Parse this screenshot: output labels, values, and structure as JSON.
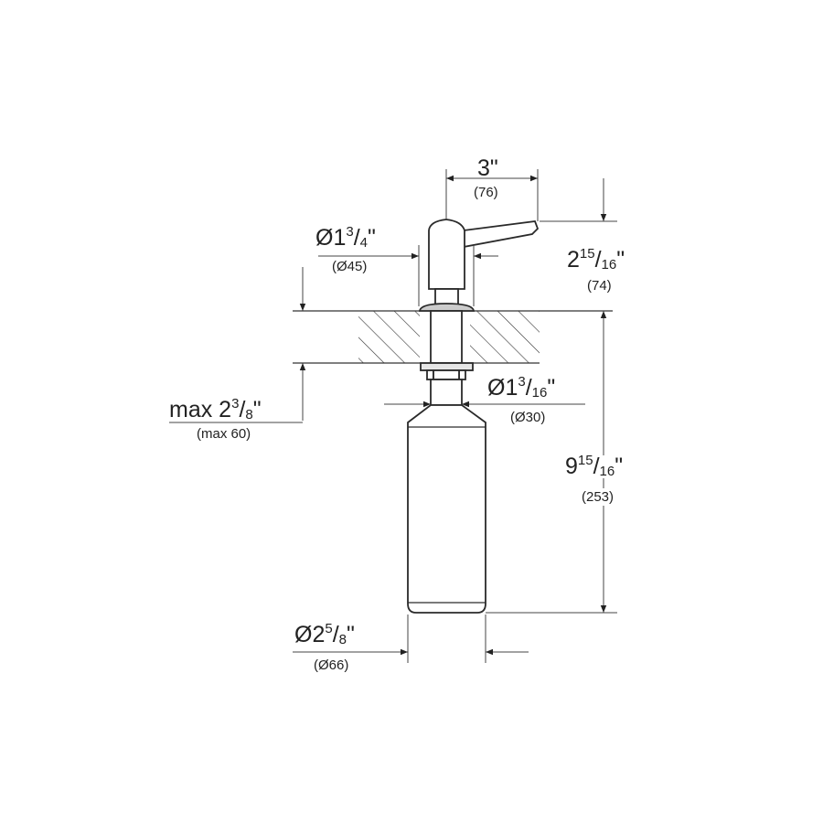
{
  "diagram": {
    "subject": "Soap dispenser dimension drawing",
    "colors": {
      "line": "#2a2a2a",
      "thin_line": "#555555",
      "fill": "#f2f2f2",
      "hatch": "#333333"
    },
    "dimensions": {
      "lever_width": {
        "inch_whole": "3",
        "inch_mark": "\"",
        "mm": "(76)"
      },
      "head_diameter": {
        "prefix": "Ø1",
        "num": "3",
        "den": "4",
        "mark": "\"",
        "mm": "(Ø45)"
      },
      "head_height": {
        "whole": "2",
        "num": "15",
        "den": "16",
        "mark": "\"",
        "mm": "(74)"
      },
      "max_thickness": {
        "prefix": "max 2",
        "num": "3",
        "den": "8",
        "mark": "\"",
        "mm": "(max 60)"
      },
      "shank_diameter": {
        "prefix": "Ø1",
        "num": "3",
        "den": "16",
        "mark": "\"",
        "mm": "(Ø30)"
      },
      "bottle_length": {
        "whole": "9",
        "num": "15",
        "den": "16",
        "mark": "\"",
        "mm": "(253)"
      },
      "bottle_diameter": {
        "prefix": "Ø2",
        "num": "5",
        "den": "8",
        "mark": "\"",
        "mm": "(Ø66)"
      }
    }
  }
}
